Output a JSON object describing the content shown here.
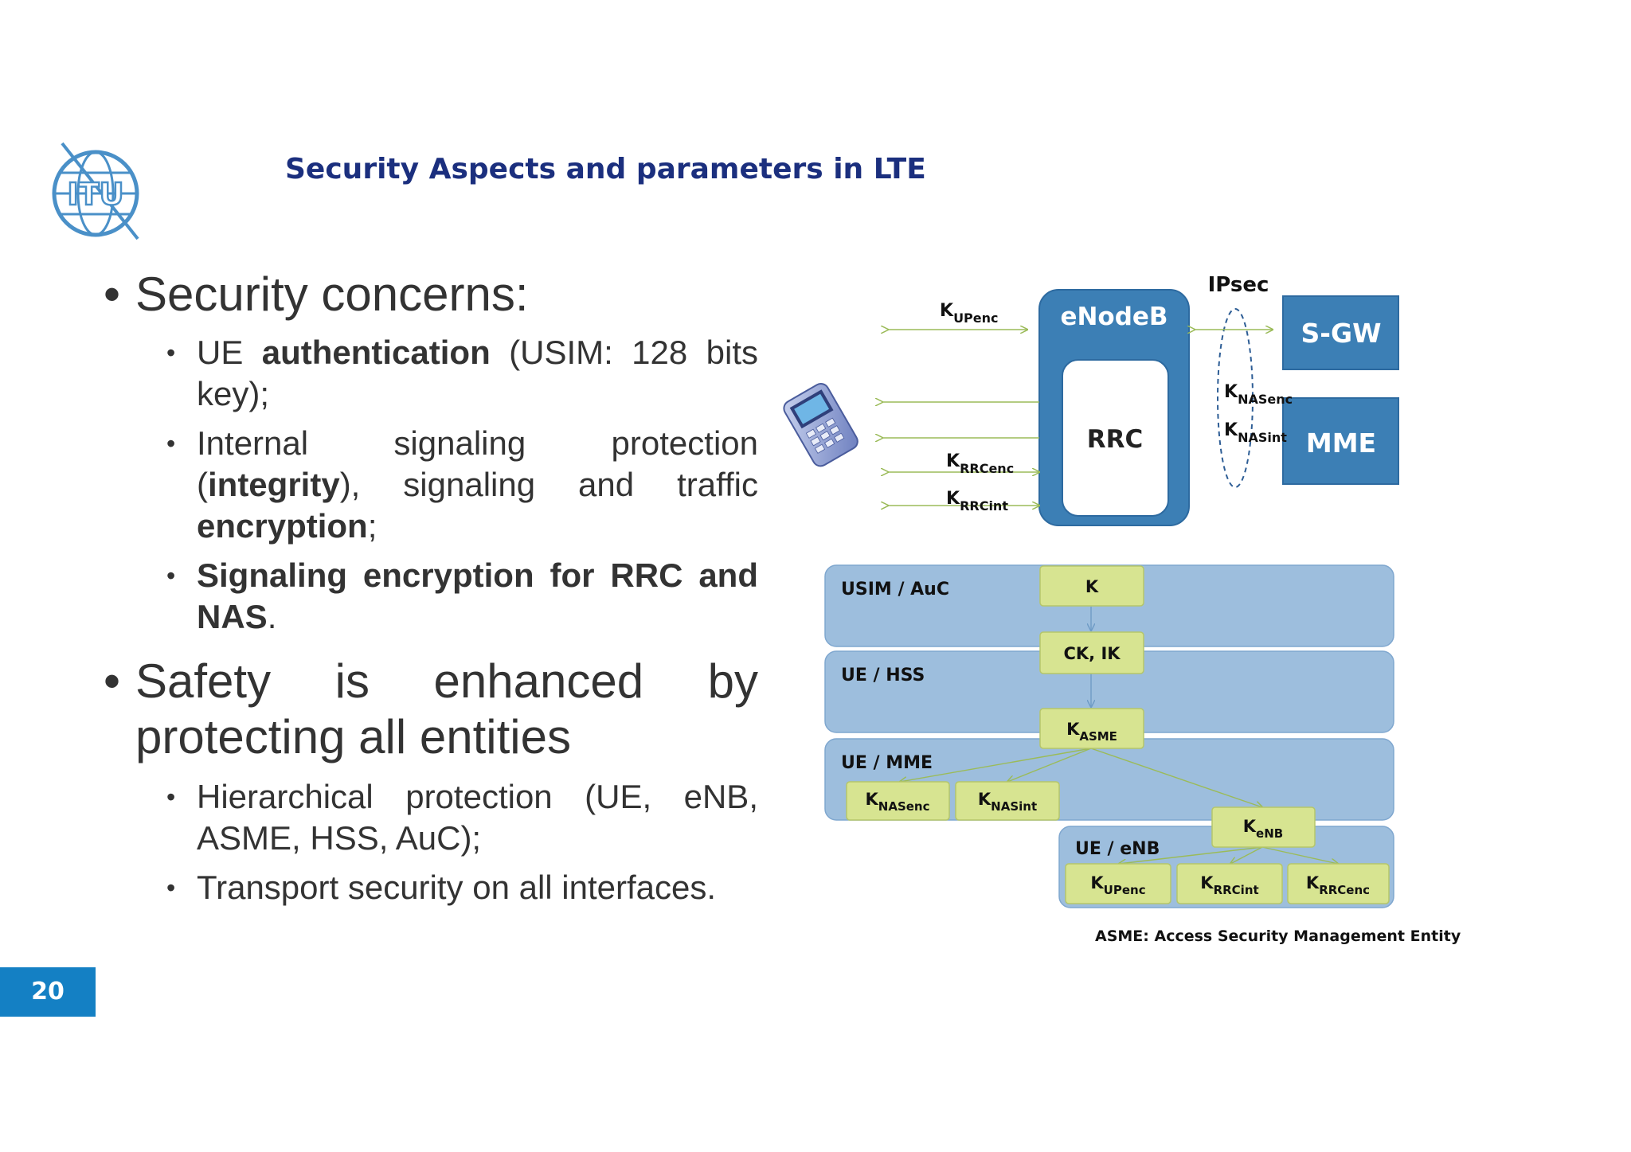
{
  "slide": {
    "title": "Security Aspects and parameters in LTE",
    "page_number": "20",
    "logo_text": "ITU"
  },
  "bullets": {
    "b1": "Security concerns:",
    "b1_s1": [
      {
        "t": "UE ",
        "b": false
      },
      {
        "t": "authentication",
        "b": true
      },
      {
        "t": " (USIM: 128 bits key);",
        "b": false
      }
    ],
    "b1_s2": [
      {
        "t": "Internal signaling protection (",
        "b": false
      },
      {
        "t": "integrity",
        "b": true
      },
      {
        "t": "), signaling and traffic ",
        "b": false
      },
      {
        "t": "encryption",
        "b": true
      },
      {
        "t": ";",
        "b": false
      }
    ],
    "b1_s3": [
      {
        "t": "Signaling encryption for RRC and NAS",
        "b": true
      },
      {
        "t": ".",
        "b": false
      }
    ],
    "b2": "Safety is enhanced by protecting all entities",
    "b2_s1": "Hierarchical protection (UE, eNB, ASME, HSS, AuC);",
    "b2_s2": "Transport security on all interfaces."
  },
  "diagram_top": {
    "enodeb": "eNodeB",
    "rrc": "RRC",
    "sgw": "S-GW",
    "mme": "MME",
    "ipsec": "IPsec",
    "keys": {
      "upenc": {
        "base": "K",
        "sub": "UPenc"
      },
      "rrcenc": {
        "base": "K",
        "sub": "RRCenc"
      },
      "rrcint": {
        "base": "K",
        "sub": "RRCint"
      },
      "nasenc": {
        "base": "K",
        "sub": "NASenc"
      },
      "nasint": {
        "base": "K",
        "sub": "NASint"
      }
    }
  },
  "diagram_bottom": {
    "layers": [
      "USIM / AuC",
      "UE / HSS",
      "UE / MME",
      "UE / eNB"
    ],
    "keys": {
      "k": {
        "base": "K",
        "sub": ""
      },
      "ckik": {
        "base": "CK, IK",
        "sub": ""
      },
      "asme": {
        "base": "K",
        "sub": "ASME"
      },
      "nasenc": {
        "base": "K",
        "sub": "NASenc"
      },
      "nasint": {
        "base": "K",
        "sub": "NASint"
      },
      "enb": {
        "base": "K",
        "sub": "eNB"
      },
      "upenc": {
        "base": "K",
        "sub": "UPenc"
      },
      "rrcint": {
        "base": "K",
        "sub": "RRCint"
      },
      "rrcenc": {
        "base": "K",
        "sub": "RRCenc"
      }
    },
    "footnote": "ASME: Access Security Management Entity"
  },
  "colors": {
    "title": "#1b2f7e",
    "node_blue": "#3c7fb5",
    "layer_blue": "#9dbedd",
    "key_green": "#d7e491",
    "arrow_green": "#9bbb59",
    "page_badge": "#1480c4"
  }
}
